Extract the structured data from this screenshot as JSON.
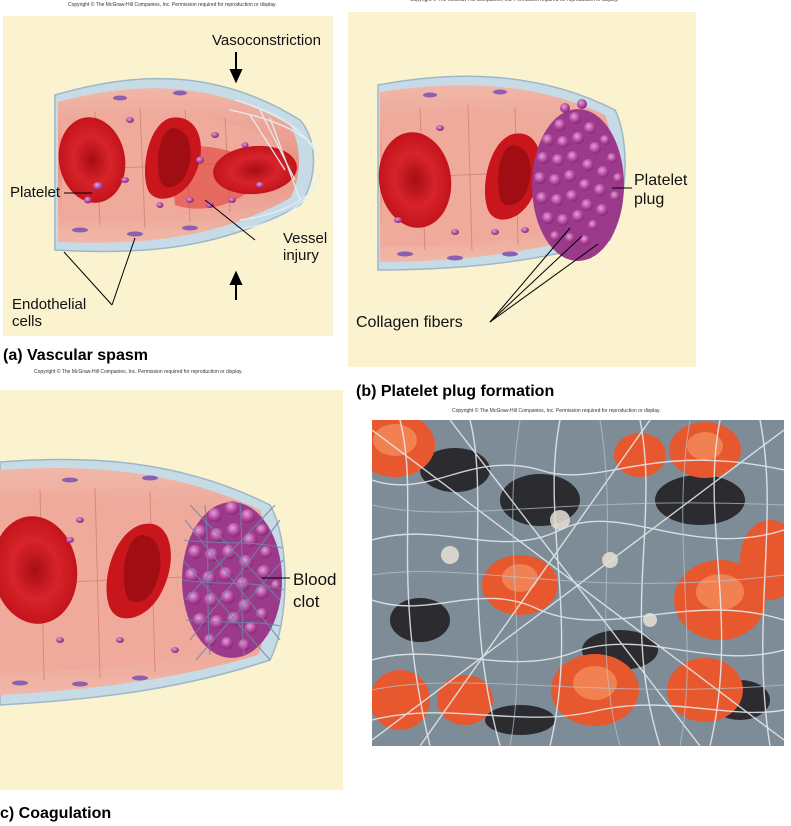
{
  "copyright": "Copyright © The McGraw-Hill Companies, Inc. Permission required for reproduction or display.",
  "panel_a": {
    "caption": "(a) Vascular spasm",
    "vasoconstriction": "Vasoconstriction",
    "platelet": "Platelet",
    "vessel_injury_1": "Vessel",
    "vessel_injury_2": "injury",
    "endothelial_1": "Endothelial",
    "endothelial_2": "cells"
  },
  "panel_b": {
    "caption": "(b) Platelet plug formation",
    "platelet_plug_1": "Platelet",
    "platelet_plug_2": "plug",
    "collagen": "Collagen fibers"
  },
  "panel_c": {
    "caption": "c) Coagulation",
    "blood_clot_1": "Blood",
    "blood_clot_2": "clot"
  },
  "colors": {
    "panel_bg": "#fbf2cf",
    "vessel_wall": "#e9a08f",
    "vessel_lumen": "#f2b3a6",
    "rbc": "#d31b22",
    "platelet": "#b1449a",
    "collagen": "#b9d2e0"
  }
}
